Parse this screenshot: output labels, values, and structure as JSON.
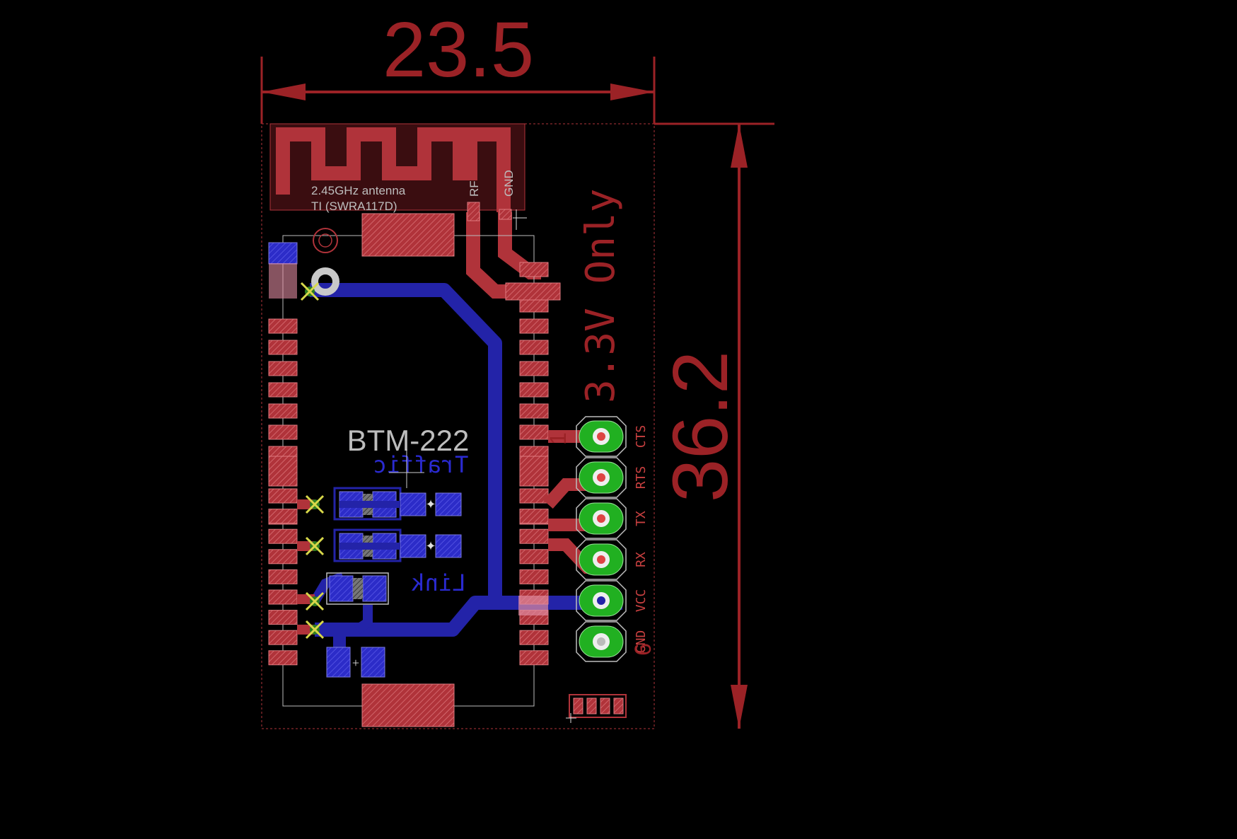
{
  "dimensions": {
    "width": "23.5",
    "height": "36.2"
  },
  "module": {
    "name": "BTM-222"
  },
  "antenna": {
    "line1": "2.45GHz antenna",
    "line2": "TI (SWRA117D)",
    "rf_label": "RF",
    "gnd_label": "GND"
  },
  "warning": "3.3V Only",
  "leds": {
    "traffic_label": "Traffic",
    "link_label": "Link"
  },
  "header": {
    "first_pin_number": "1",
    "last_pin_number": "6",
    "pins": [
      "CTS",
      "RTS",
      "TX",
      "RX",
      "VCC",
      "GND"
    ]
  },
  "colors": {
    "top_copper": "#b0333a",
    "bottom_copper": "#2323a8",
    "pad_green": "#21b021",
    "dimension": "#9b2226",
    "silkscreen": "#bdbdbd"
  }
}
